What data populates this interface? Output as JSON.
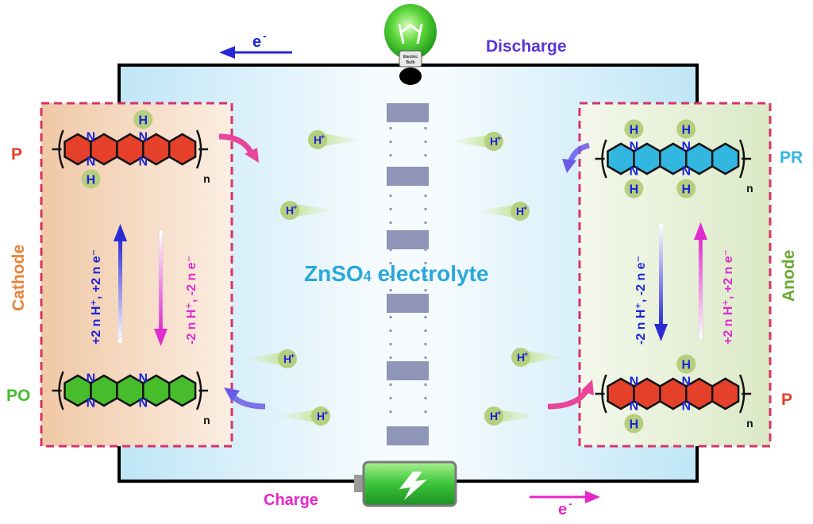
{
  "diagram": {
    "electron_label": "e",
    "electron_charge": "-",
    "discharge_label": "Discharge",
    "charge_label": "Charge",
    "electrolyte_formula": "ZnSO",
    "electrolyte_subscript": "4",
    "electrolyte_word": " electrolyte",
    "bulb_text_1": "Electric",
    "bulb_text_2": "Bulb",
    "proton_label": "H",
    "proton_charge": "+",
    "cathode": {
      "side_label": "Cathode",
      "top_polymer": "P",
      "bottom_polymer": "PO",
      "up_reaction": "+2 n H⁺, +2 n e⁻",
      "down_reaction": "-2 n H⁺, -2 n e⁻"
    },
    "anode": {
      "side_label": "Anode",
      "top_polymer": "PR",
      "bottom_polymer": "P",
      "down_reaction": "-2 n H⁺, -2 n e⁻",
      "up_reaction": "+2 n H⁺, +2 n e⁻"
    },
    "atom_N": "N",
    "atom_H": "H",
    "repeat_n": "n"
  },
  "colors": {
    "cathode_box": "#f3d6bc",
    "anode_box": "#e6f0d6",
    "frame_dash": "#d6336b",
    "electrolyte": "#29a8dc",
    "discharge": "#5a35d8",
    "charge": "#e825c8",
    "red_ring": "#e5412a",
    "blue_ring": "#32b7e0",
    "green_ring": "#47bd2c",
    "nitrogen": "#1a24d8"
  }
}
